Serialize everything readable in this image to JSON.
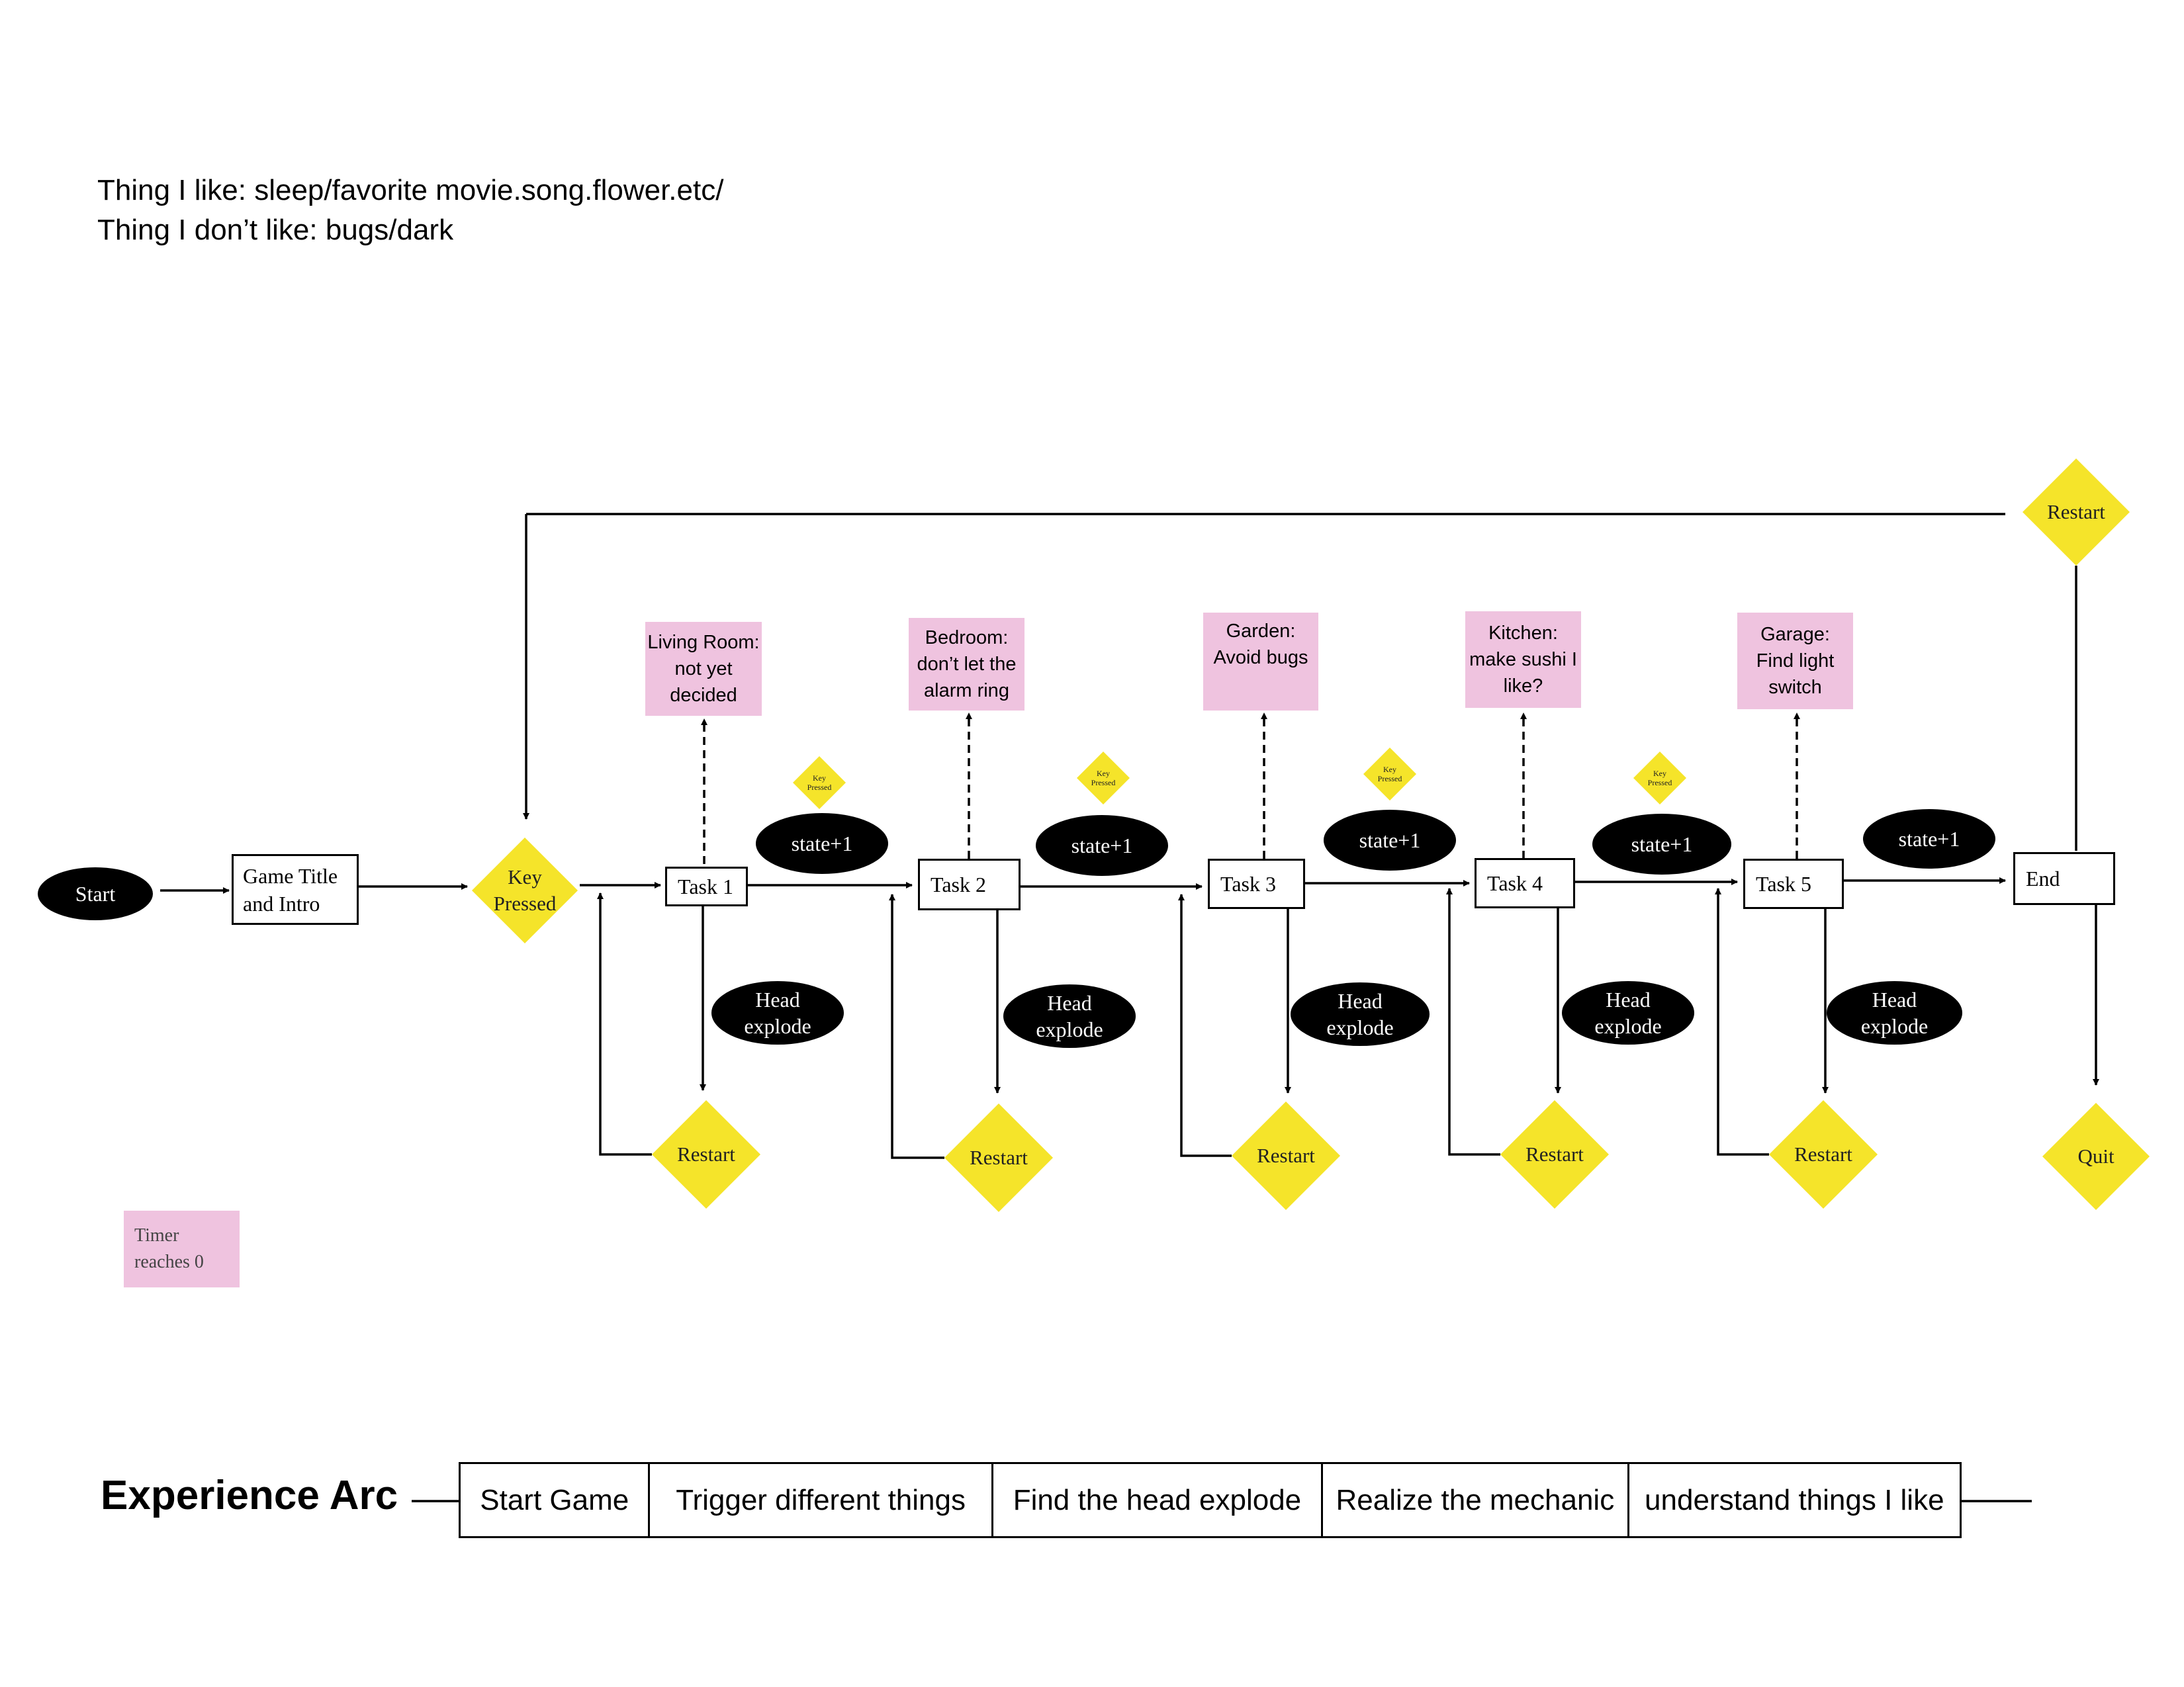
{
  "header": {
    "likes": "Thing I like: sleep/favorite movie.song.flower.etc/",
    "dislikes": "Thing I don’t like: bugs/dark"
  },
  "colors": {
    "yellow": "#f5e42a",
    "pink": "#efc3df",
    "black": "#000000"
  },
  "flow": {
    "start": "Start",
    "title_box": [
      "Game Title",
      "and Intro"
    ],
    "key_pressed": [
      "Key",
      "Pressed"
    ],
    "small_key": [
      "Key",
      "Pressed"
    ],
    "tasks": [
      "Task 1",
      "Task 2",
      "Task 3",
      "Task 4",
      "Task 5"
    ],
    "end": "End",
    "state_label": "state+1",
    "head_label": [
      "Head",
      "explode"
    ],
    "restart": "Restart",
    "quit": "Quit",
    "rooms": [
      [
        "Living Room:",
        "not yet",
        "decided"
      ],
      [
        "Bedroom:",
        "don’t let the",
        "alarm ring"
      ],
      [
        "Garden:",
        "Avoid bugs"
      ],
      [
        "Kitchen:",
        "make sushi I",
        "like?"
      ],
      [
        "Garage:",
        "Find light",
        "switch"
      ]
    ],
    "timer": [
      "Timer",
      "reaches 0"
    ]
  },
  "arc": {
    "title": "Experience Arc",
    "stages": [
      "Start Game",
      "Trigger different things",
      "Find the head explode",
      "Realize the mechanic",
      "understand things I like"
    ]
  }
}
